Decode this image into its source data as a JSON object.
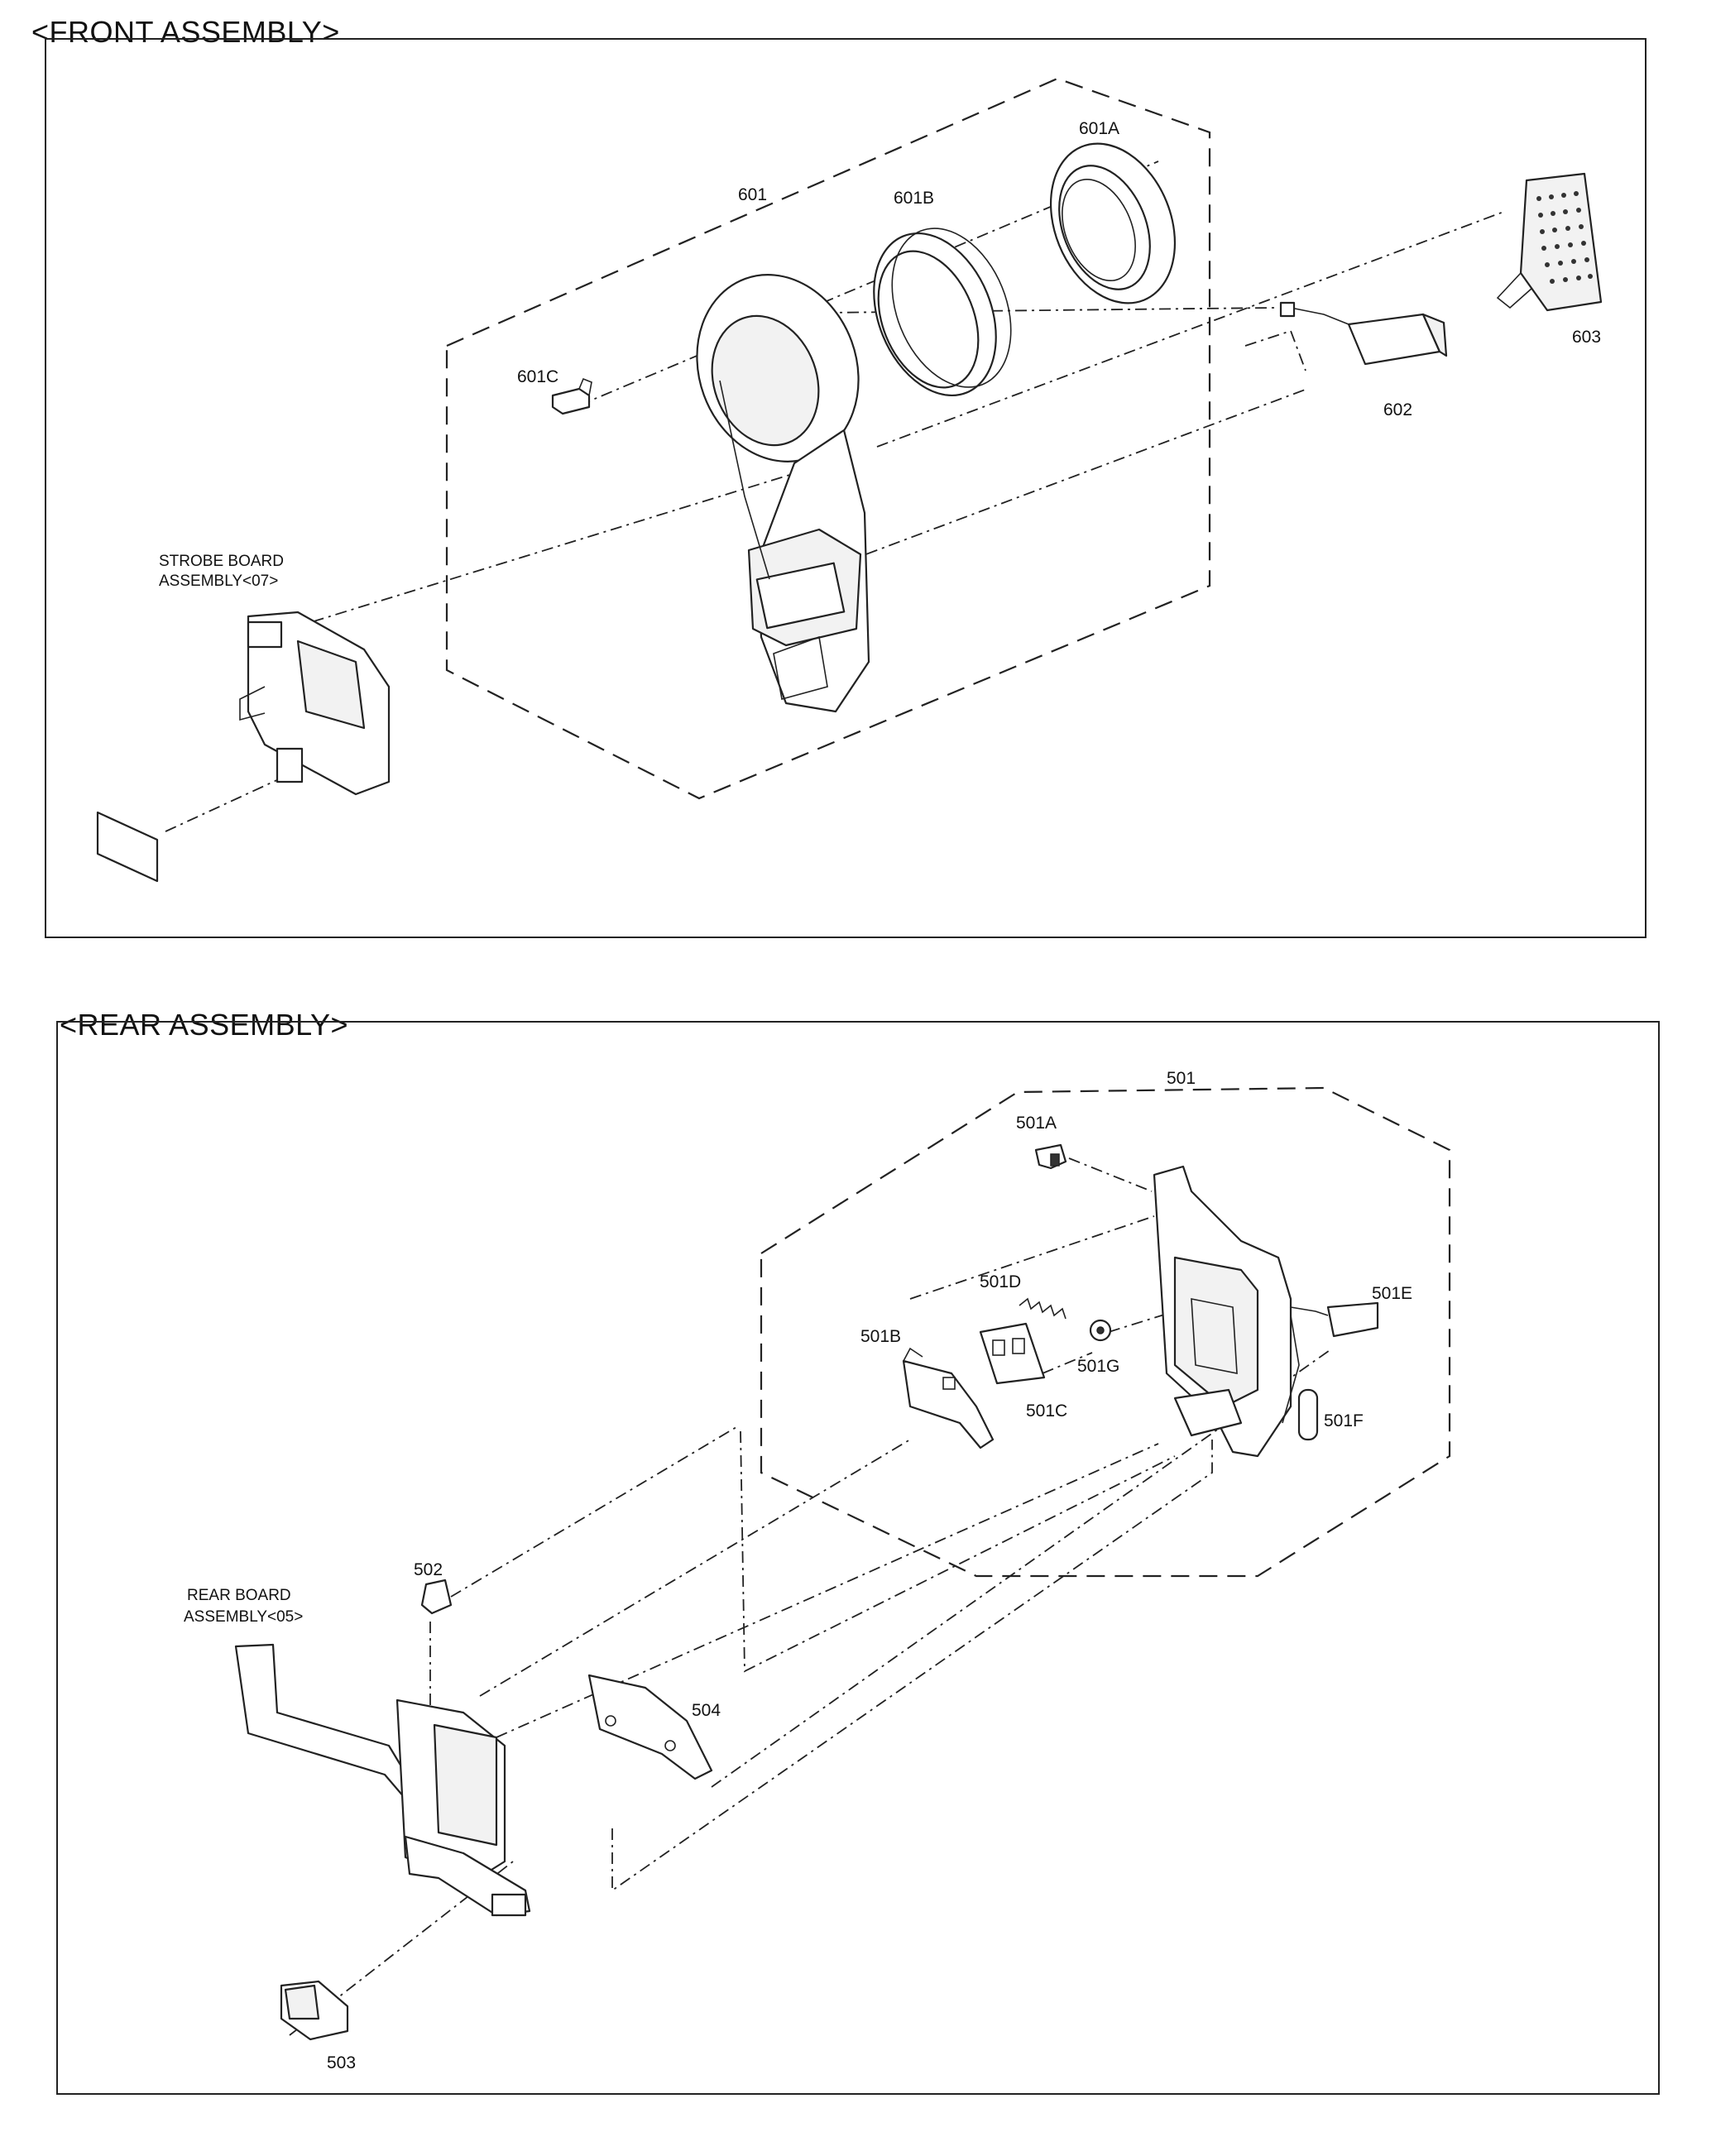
{
  "front": {
    "heading": "<FRONT ASSEMBLY>",
    "labels": {
      "p601": "601",
      "p601a": "601A",
      "p601b": "601B",
      "p601c": "601C",
      "p602": "602",
      "p603": "603",
      "strobe_line1": "STROBE BOARD",
      "strobe_line2": "ASSEMBLY<07>"
    }
  },
  "rear": {
    "heading": "<REAR ASSEMBLY>",
    "labels": {
      "p501": "501",
      "p501a": "501A",
      "p501b": "501B",
      "p501c": "501C",
      "p501d": "501D",
      "p501e": "501E",
      "p501f": "501F",
      "p501g": "501G",
      "p502": "502",
      "p503": "503",
      "p504": "504",
      "rear_line1": "REAR BOARD",
      "rear_line2": "ASSEMBLY<05>"
    }
  }
}
